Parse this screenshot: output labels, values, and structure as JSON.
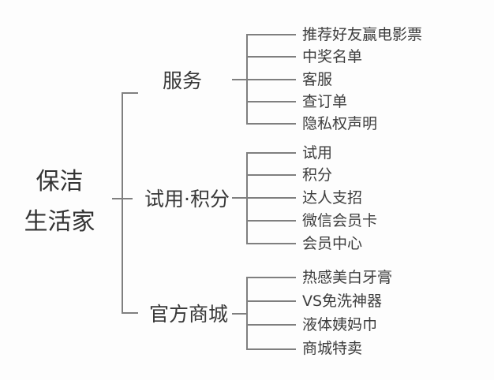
{
  "diagram": {
    "root": {
      "line1": "保洁",
      "line2": "生活家"
    },
    "branches": [
      {
        "label": "服务",
        "children": [
          "推荐好友赢电影票",
          "中奖名单",
          "客服",
          "查订单",
          "隐私权声明"
        ]
      },
      {
        "label": "试用·积分",
        "children": [
          "试用",
          "积分",
          "达人支招",
          "微信会员卡",
          "会员中心"
        ]
      },
      {
        "label": "官方商城",
        "children": [
          "热感美白牙膏",
          "VS免洗神器",
          "液体姨妈巾",
          "商城特卖"
        ]
      }
    ],
    "colors": {
      "background": "#fdfdfd",
      "line": "#7f7f7f",
      "text": "#3a3a3a"
    }
  }
}
